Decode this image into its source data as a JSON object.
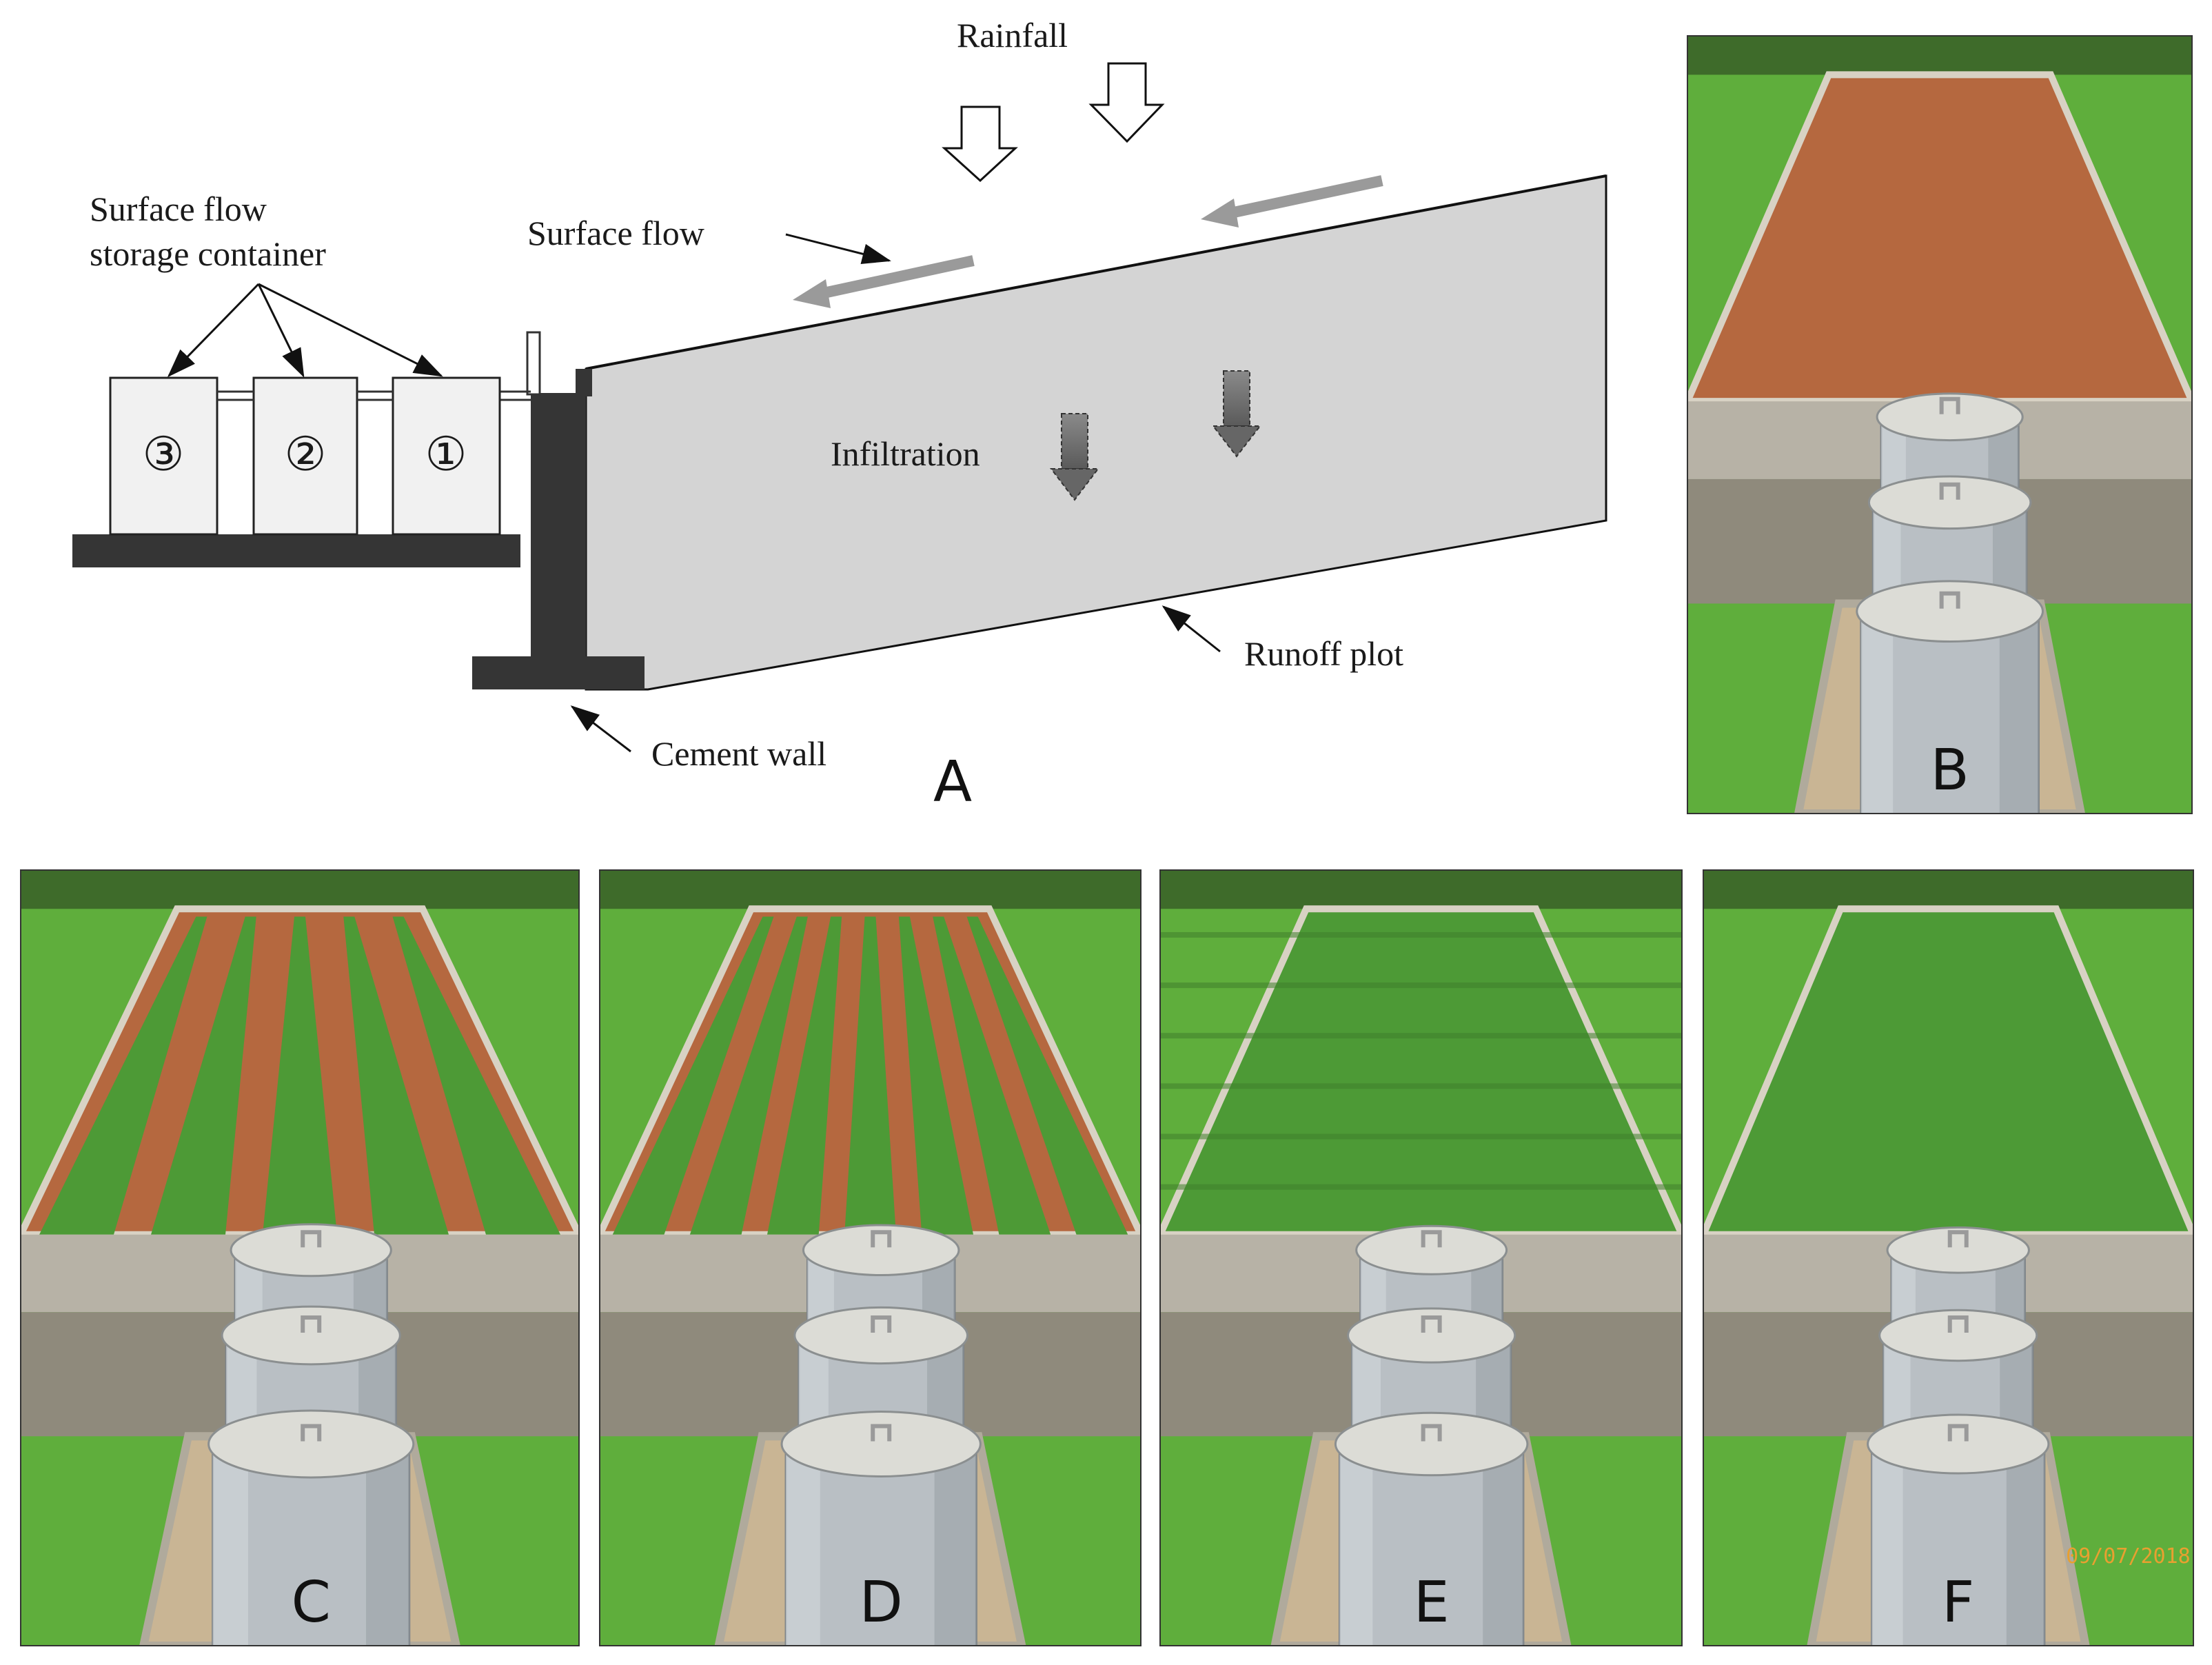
{
  "diagram": {
    "labels": {
      "rainfall": "Rainfall",
      "surface_flow_container_line1": "Surface flow",
      "surface_flow_container_line2": "storage container",
      "surface_flow": "Surface flow",
      "infiltration": "Infiltration",
      "runoff_plot": "Runoff plot",
      "cement_wall": "Cement wall"
    },
    "containers": [
      "③",
      "②",
      "①"
    ],
    "panel_letter": "A"
  },
  "photos": [
    {
      "id": "B",
      "letter": "B",
      "scene": "bare-soil"
    },
    {
      "id": "C",
      "letter": "C",
      "scene": "rows"
    },
    {
      "id": "D",
      "letter": "D",
      "scene": "rows-dense"
    },
    {
      "id": "E",
      "letter": "E",
      "scene": "dense"
    },
    {
      "id": "F",
      "letter": "F",
      "scene": "full-cover"
    }
  ],
  "photo_stamp": "09/07/2018",
  "colors": {
    "plot_fill": "#d3d3d3",
    "wall": "#333333",
    "soil": "#b5683f",
    "crop": "#4d9a36",
    "grass": "#5fae3c",
    "concrete": "#b7b2a6",
    "bucket": "#b9bfc4"
  }
}
